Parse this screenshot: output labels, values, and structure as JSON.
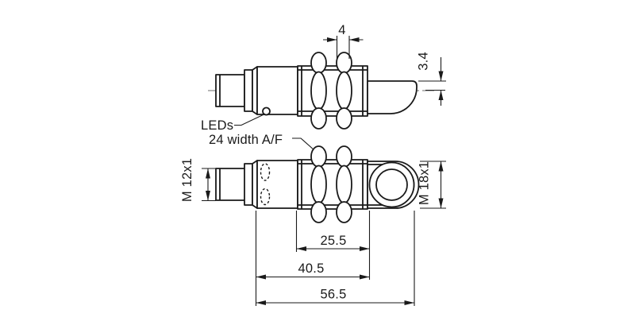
{
  "figure": {
    "background": "#ffffff",
    "line_color": "#1a1a1a",
    "centerline_color": "#8a8a8a",
    "type": "technical-dimension-drawing",
    "views": [
      "side-view",
      "top-view"
    ]
  },
  "labels": {
    "leds": "LEDs",
    "wrench_flats": "24 width A/F"
  },
  "dims": {
    "nut_width": "4",
    "axis_offset": "3.4",
    "connector_thread": "M 12x1",
    "barrel_thread": "M 18x1",
    "thread_length": "25.5",
    "body_length": "40.5",
    "overall_length": "56.5"
  }
}
